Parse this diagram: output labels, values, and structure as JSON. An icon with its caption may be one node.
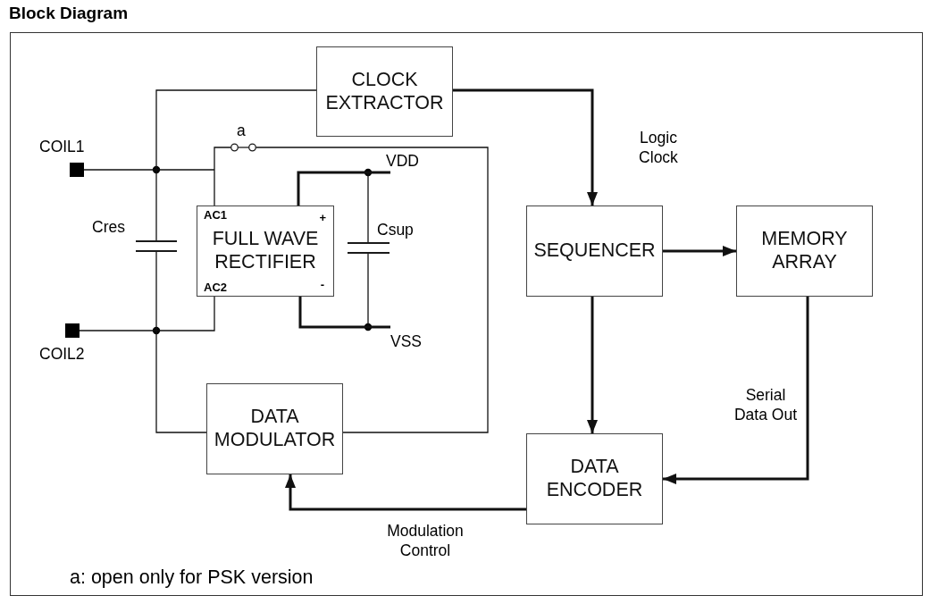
{
  "diagram": {
    "title": "Block Diagram",
    "nodes": [
      {
        "text": [
          "CLOCK EXTRACTOR"
        ]
      },
      {
        "text": [
          "AC1",
          "+",
          "FULL WAVE RECTIFIER",
          "AC2",
          "-"
        ]
      },
      {
        "text": [
          "SEQUENCER"
        ]
      },
      {
        "text": [
          "MEMORY ARRAY"
        ]
      },
      {
        "text": [
          "DATA MODULATOR"
        ]
      },
      {
        "text": [
          "DATA ENCODER"
        ]
      },
      {
        "text": [],
        "shape": "square",
        "beside": [
          "COIL1"
        ]
      },
      {
        "text": [],
        "shape": "square",
        "beside": [
          "COIL2"
        ]
      },
      {
        "text": [],
        "shape": "capacitor",
        "beside": [
          "Cres"
        ]
      },
      {
        "text": [],
        "shape": "capacitor",
        "beside": [
          "Csup"
        ]
      },
      {
        "text": [],
        "shape": "switch",
        "beside": [
          "a"
        ]
      },
      {
        "text": [
          "VDD"
        ]
      },
      {
        "text": [
          "VSS"
        ]
      }
    ],
    "edges": [
      {
        "from": 6,
        "to": 8,
        "arrow": "none"
      },
      {
        "from": 6,
        "to": 0,
        "arrow": "none"
      },
      {
        "from": 6,
        "to": 1,
        "arrow": "none"
      },
      {
        "from": 6,
        "to": 10,
        "arrow": "none"
      },
      {
        "from": 7,
        "to": 8,
        "arrow": "none"
      },
      {
        "from": 7,
        "to": 1,
        "arrow": "none"
      },
      {
        "from": 7,
        "to": 4,
        "arrow": "none"
      },
      {
        "from": 10,
        "to": 4,
        "arrow": "none"
      },
      {
        "from": 1,
        "to": 11,
        "arrow": "none",
        "style": "thick"
      },
      {
        "from": 9,
        "to": 11,
        "arrow": "none"
      },
      {
        "from": 1,
        "to": 12,
        "arrow": "none",
        "style": "thick"
      },
      {
        "from": 9,
        "to": 12,
        "arrow": "none"
      },
      {
        "from": 0,
        "to": 2,
        "arrow": "to",
        "label": "Logic Clock",
        "style": "thick"
      },
      {
        "from": 2,
        "to": 3,
        "arrow": "to",
        "style": "thick"
      },
      {
        "from": 2,
        "to": 5,
        "arrow": "to",
        "style": "thick"
      },
      {
        "from": 3,
        "to": 5,
        "arrow": "to",
        "label": "Serial Data Out",
        "style": "thick"
      },
      {
        "from": 5,
        "to": 4,
        "arrow": "to",
        "label": "Modulation Control",
        "style": "thick"
      }
    ],
    "labels": [
      "a: open only for PSK version"
    ]
  }
}
